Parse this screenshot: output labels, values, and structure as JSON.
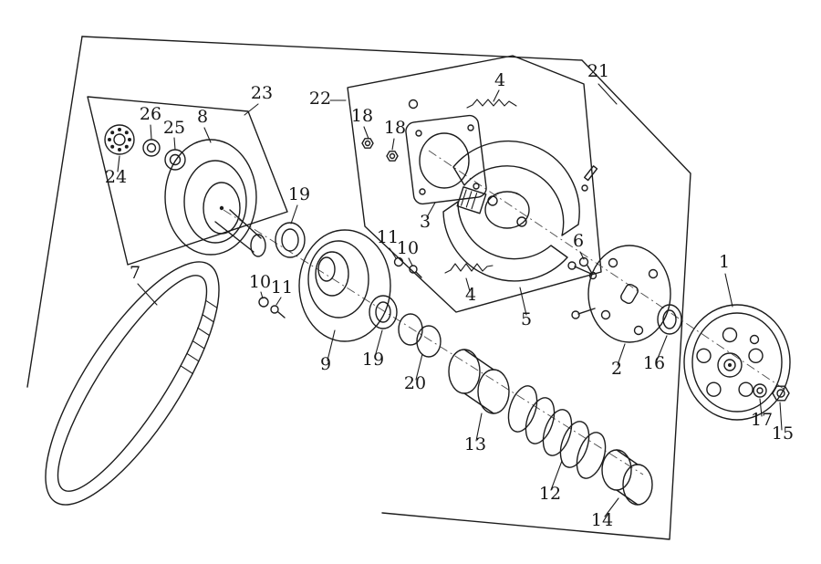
{
  "diagram": {
    "kind": "exploded-parts-line-drawing",
    "colors": {
      "background": "#ffffff",
      "line": "#1c1c1c",
      "label": "#161616"
    }
  },
  "part_labels": [
    {
      "text": "21"
    },
    {
      "text": "23"
    },
    {
      "text": "22"
    },
    {
      "text": "4"
    },
    {
      "text": "18"
    },
    {
      "text": "18"
    },
    {
      "text": "26"
    },
    {
      "text": "25"
    },
    {
      "text": "8"
    },
    {
      "text": "24"
    },
    {
      "text": "19"
    },
    {
      "text": "3"
    },
    {
      "text": "11"
    },
    {
      "text": "10"
    },
    {
      "text": "7"
    },
    {
      "text": "10"
    },
    {
      "text": "11"
    },
    {
      "text": "4"
    },
    {
      "text": "5"
    },
    {
      "text": "6"
    },
    {
      "text": "1"
    },
    {
      "text": "9"
    },
    {
      "text": "19"
    },
    {
      "text": "20"
    },
    {
      "text": "2"
    },
    {
      "text": "16"
    },
    {
      "text": "13"
    },
    {
      "text": "12"
    },
    {
      "text": "14"
    },
    {
      "text": "17"
    },
    {
      "text": "15"
    }
  ]
}
